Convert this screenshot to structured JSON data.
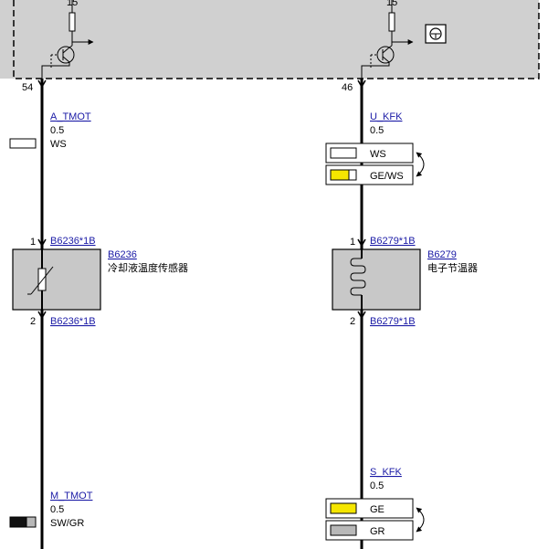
{
  "module": {
    "pin_top_label": "15",
    "pin_a": "54",
    "pin_b": "46"
  },
  "left_circuit": {
    "wire1": {
      "signal": "A_TMOT",
      "size": "0.5",
      "color_code": "WS"
    },
    "connector_top": {
      "pin": "1",
      "ref": "B6236*1B"
    },
    "component": {
      "id": "B6236",
      "name": "冷却液温度传感器"
    },
    "connector_bottom": {
      "pin": "2",
      "ref": "B6236*1B"
    },
    "wire2": {
      "signal": "M_TMOT",
      "size": "0.5",
      "color_code": "SW/GR"
    }
  },
  "right_circuit": {
    "wire1": {
      "signal": "U_KFK",
      "size": "0.5",
      "options": [
        "WS",
        "GE/WS"
      ]
    },
    "connector_top": {
      "pin": "1",
      "ref": "B6279*1B"
    },
    "component": {
      "id": "B6279",
      "name": "电子节温器"
    },
    "connector_bottom": {
      "pin": "2",
      "ref": "B6279*1B"
    },
    "wire2": {
      "signal": "S_KFK",
      "size": "0.5",
      "options": [
        "GE",
        "GR"
      ]
    }
  },
  "colors": {
    "module_fill": "#d0d0d0",
    "component_fill": "#c8c8c8",
    "link": "#1a1aa6",
    "white_swatch": "#ffffff",
    "yellow_swatch": "#f5e600",
    "gray_swatch": "#b8b8b8",
    "black_swatch": "#111111"
  }
}
